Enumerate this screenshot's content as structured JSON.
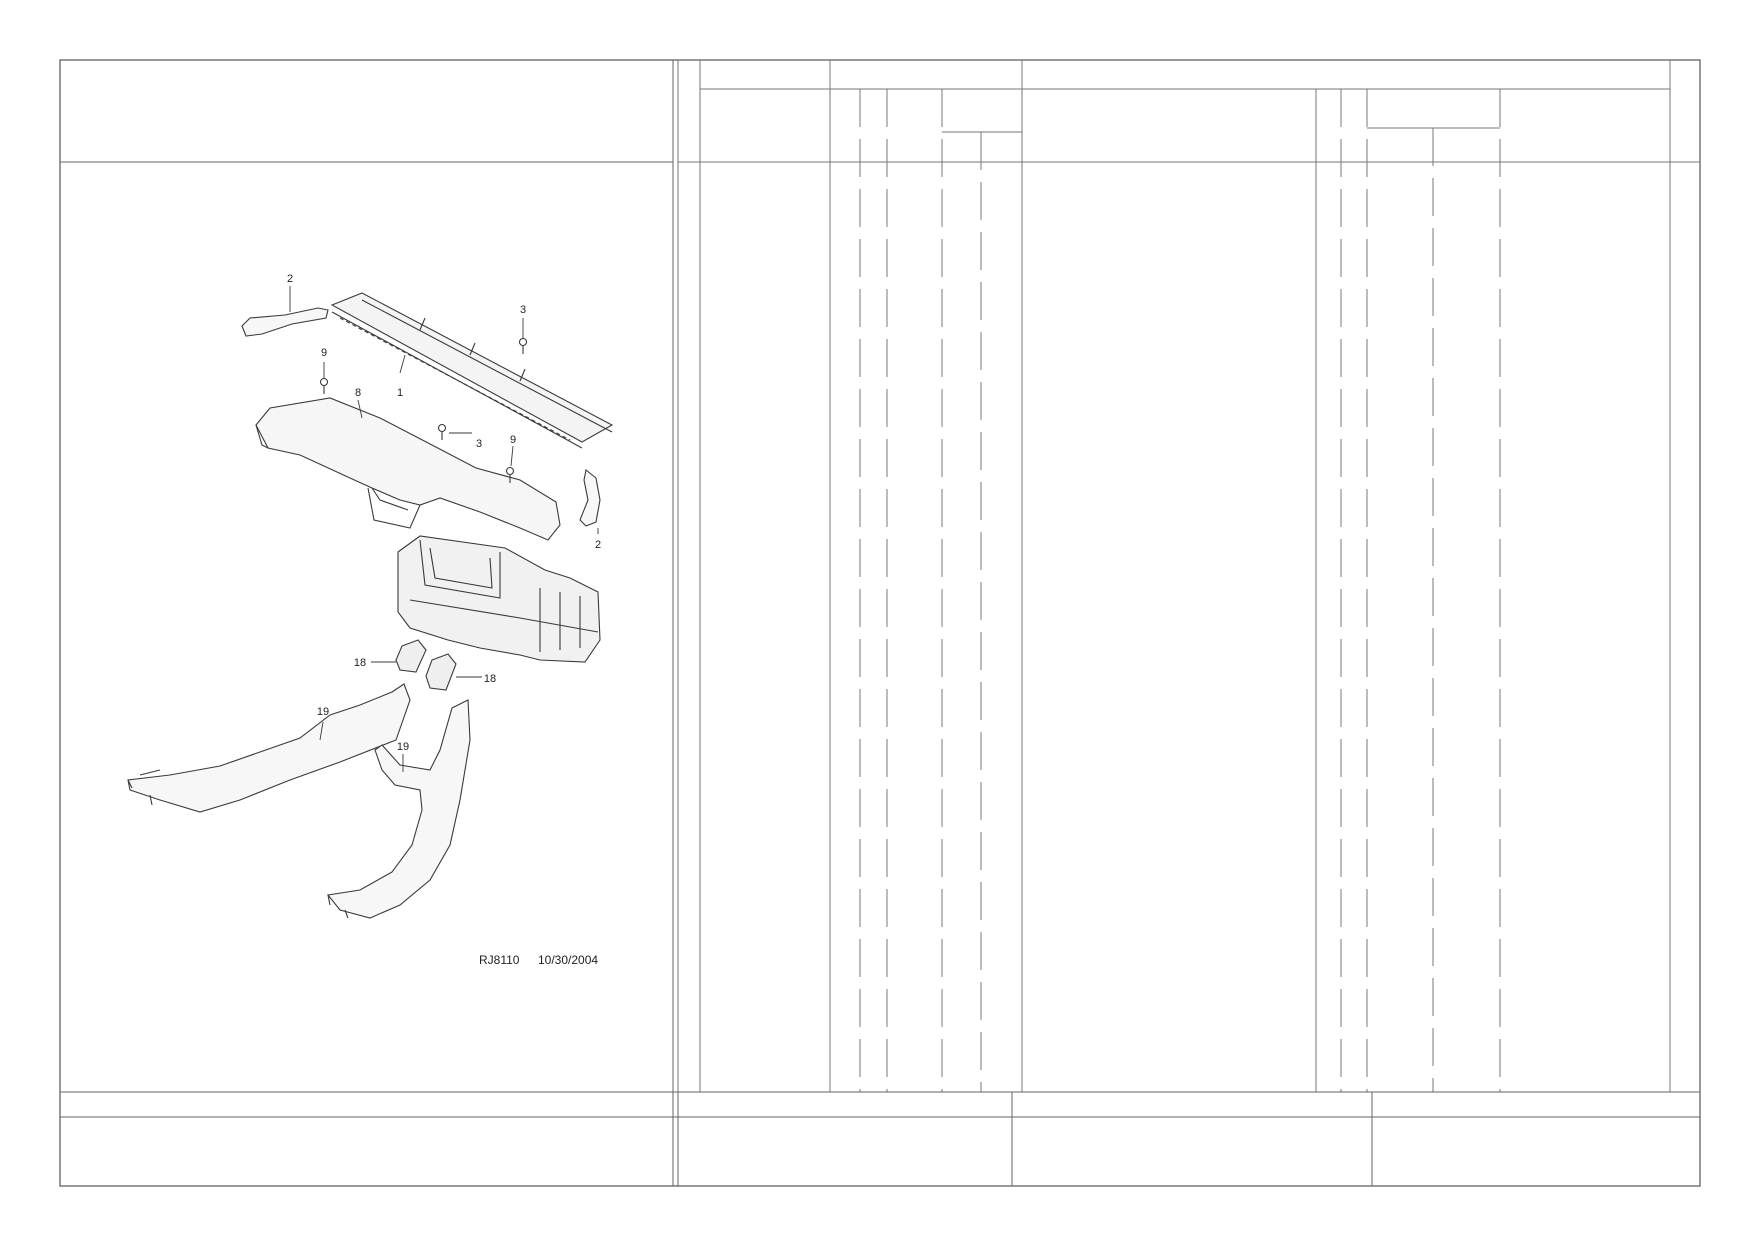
{
  "diagram": {
    "drawing_id": "RJ8110",
    "drawing_date": "10/30/2004",
    "callouts": [
      {
        "label": "1"
      },
      {
        "label": "2"
      },
      {
        "label": "2"
      },
      {
        "label": "3"
      },
      {
        "label": "3"
      },
      {
        "label": "8"
      },
      {
        "label": "9"
      },
      {
        "label": "9"
      },
      {
        "label": "18"
      },
      {
        "label": "18"
      },
      {
        "label": "19"
      },
      {
        "label": "19"
      }
    ]
  },
  "colors": {
    "line": "#6e6e6e",
    "border": "#555555",
    "sketch": "#3a3a3a"
  }
}
